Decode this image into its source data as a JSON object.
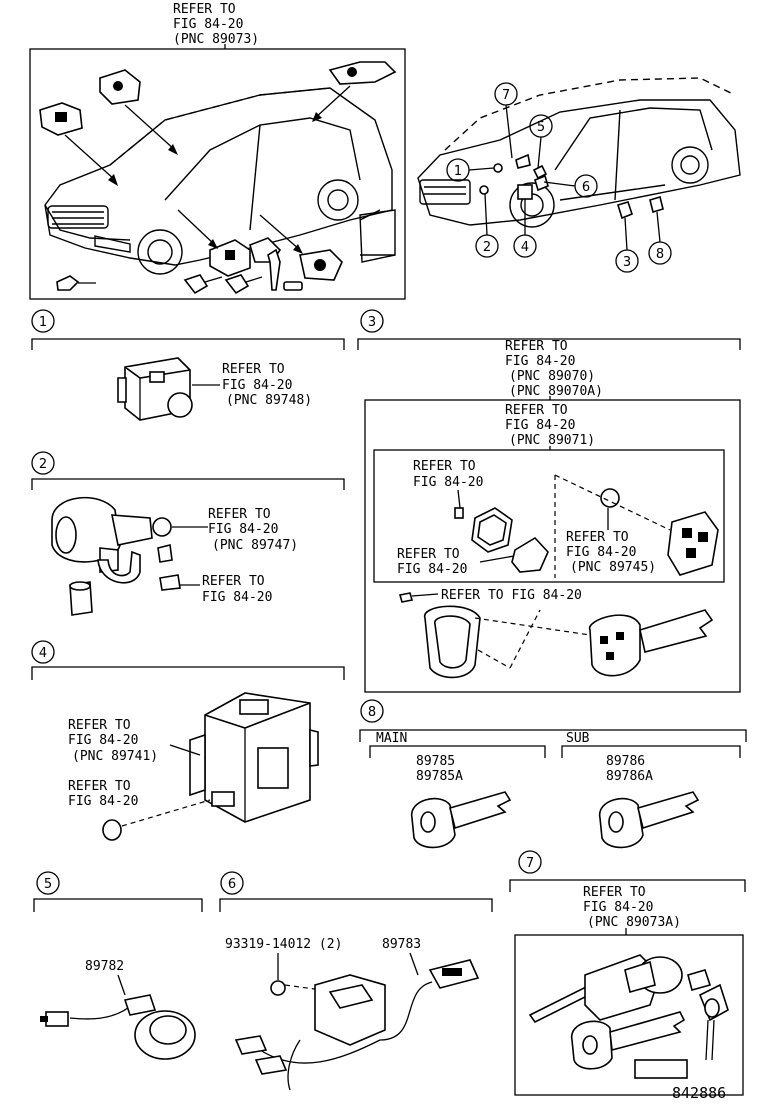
{
  "top_left_ref": {
    "l1": "REFER TO",
    "l2": "FIG 84-20",
    "l3": "(PNC 89073)"
  },
  "callouts": [
    "1",
    "2",
    "3",
    "4",
    "5",
    "6",
    "7",
    "8"
  ],
  "sec1": {
    "num": "1",
    "ref": {
      "l1": "REFER TO",
      "l2": "FIG 84-20",
      "l3": "(PNC 89748)"
    }
  },
  "sec2": {
    "num": "2",
    "ref_a": {
      "l1": "REFER TO",
      "l2": "FIG 84-20",
      "l3": "(PNC 89747)"
    },
    "ref_b": {
      "l1": "REFER TO",
      "l2": "FIG 84-20"
    }
  },
  "sec3": {
    "num": "3",
    "ref_outer": {
      "l1": "REFER TO",
      "l2": "FIG 84-20",
      "l3": "(PNC 89070)",
      "l4": "(PNC 89070A)"
    },
    "ref_mid": {
      "l1": "REFER TO",
      "l2": "FIG 84-20",
      "l3": "(PNC 89071)"
    },
    "ref_screw": {
      "l1": "REFER TO",
      "l2": "FIG 84-20"
    },
    "ref_case": {
      "l1": "REFER TO",
      "l2": "FIG 84-20"
    },
    "ref_battery": {
      "l1": "REFER TO",
      "l2": "FIG 84-20",
      "l3": "(PNC 89745)"
    },
    "ref_key": "REFER TO FIG 84-20"
  },
  "sec4": {
    "num": "4",
    "ref_a": {
      "l1": "REFER TO",
      "l2": "FIG 84-20",
      "l3": "(PNC 89741)"
    },
    "ref_b": {
      "l1": "REFER TO",
      "l2": "FIG 84-20"
    }
  },
  "sec5": {
    "num": "5",
    "part": "89782"
  },
  "sec6": {
    "num": "6",
    "part_a": "93319-14012 (2)",
    "part_b": "89783"
  },
  "sec7": {
    "num": "7",
    "ref": {
      "l1": "REFER TO",
      "l2": "FIG 84-20",
      "l3": "(PNC 89073A)"
    }
  },
  "sec8": {
    "num": "8",
    "main_label": "MAIN",
    "sub_label": "SUB",
    "main_p1": "89785",
    "main_p2": "89785A",
    "sub_p1": "89786",
    "sub_p2": "89786A"
  },
  "figure_id": "842886"
}
